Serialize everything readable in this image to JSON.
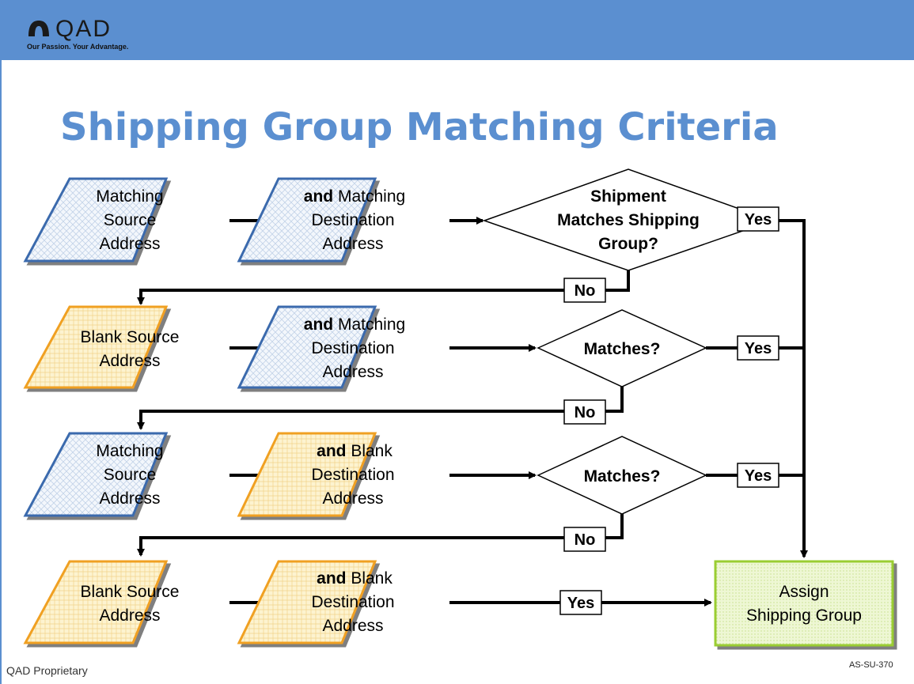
{
  "header": {
    "logo_text": "QAD",
    "tagline": "Our Passion. Your Advantage."
  },
  "title": "Shipping Group Matching Criteria",
  "rows": [
    {
      "source": [
        "Matching",
        "Source",
        "Address"
      ],
      "destination": {
        "bold": "and",
        "lines": [
          " Matching",
          "Destination",
          "Address"
        ]
      },
      "decision": [
        "Shipment",
        "Matches Shipping",
        "Group?"
      ],
      "yes_label": "Yes",
      "no_label": "No"
    },
    {
      "source": [
        "Blank Source",
        "Address"
      ],
      "destination": {
        "bold": "and",
        "lines": [
          " Matching",
          "Destination",
          "Address"
        ]
      },
      "decision": [
        "Matches?"
      ],
      "yes_label": "Yes",
      "no_label": "No"
    },
    {
      "source": [
        "Matching",
        "Source",
        "Address"
      ],
      "destination": {
        "bold": "and",
        "lines": [
          " Blank",
          "Destination",
          "Address"
        ]
      },
      "decision": [
        "Matches?"
      ],
      "yes_label": "Yes",
      "no_label": "No"
    },
    {
      "source": [
        "Blank Source",
        "Address"
      ],
      "destination": {
        "bold": "and",
        "lines": [
          " Blank",
          "Destination",
          "Address"
        ]
      },
      "yes_label": "Yes"
    }
  ],
  "result": [
    "Assign",
    "Shipping Group"
  ],
  "footer": {
    "left": "QAD Proprietary",
    "right": "AS-SU-370"
  },
  "colors": {
    "blue": "#5b8fd0",
    "blue_border": "#3a6aad",
    "orange_border": "#f0a020",
    "orange_fill": "#fdf3d0",
    "green_border": "#9acd32",
    "green_fill": "#eef7d4"
  }
}
